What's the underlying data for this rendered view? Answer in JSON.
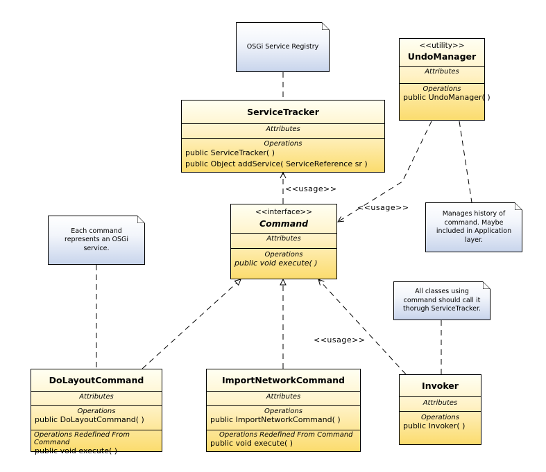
{
  "notes": {
    "registry": "OSGi Service Registry",
    "undo_history": "Manages history of command.  Maybe included in Application layer.",
    "each_command": "Each command represents an OSGi service.",
    "all_classes": "All classes using command should call it thorugh ServiceTracker."
  },
  "classes": {
    "undo_manager": {
      "stereotype": "<<utility>>",
      "name": "UndoManager",
      "attributes_title": "Attributes",
      "operations_title": "Operations",
      "operations": [
        "public UndoManager(  )"
      ]
    },
    "service_tracker": {
      "name": "ServiceTracker",
      "attributes_title": "Attributes",
      "operations_title": "Operations",
      "operations": [
        "public ServiceTracker(  )",
        "public Object  addService( ServiceReference sr )"
      ]
    },
    "command": {
      "stereotype": "<<interface>>",
      "name": "Command",
      "attributes_title": "Attributes",
      "operations_title": "Operations",
      "operations": [
        "public void  execute(  )"
      ]
    },
    "do_layout_command": {
      "name": "DoLayoutCommand",
      "attributes_title": "Attributes",
      "operations_title": "Operations",
      "operations": [
        "public DoLayoutCommand(  )"
      ],
      "redefined_title": "Operations Redefined From Command",
      "redefined": [
        "public void  execute(  )"
      ]
    },
    "import_network_command": {
      "name": "ImportNetworkCommand",
      "attributes_title": "Attributes",
      "operations_title": "Operations",
      "operations": [
        "public ImportNetworkCommand(  )"
      ],
      "redefined_title": "Operations Redefined From Command",
      "redefined": [
        "public void  execute(  )"
      ]
    },
    "invoker": {
      "name": "Invoker",
      "attributes_title": "Attributes",
      "operations_title": "Operations",
      "operations": [
        "public Invoker(  )"
      ]
    }
  },
  "relation_labels": {
    "tracker_usage": "<<usage>>",
    "undo_usage": "<<usage>>",
    "invoker_usage": "<<usage>>"
  },
  "colors": {
    "class_fill_top": "#fffff2",
    "class_fill_bottom": "#fbdc6e",
    "note_fill": "#c9d5ec"
  }
}
